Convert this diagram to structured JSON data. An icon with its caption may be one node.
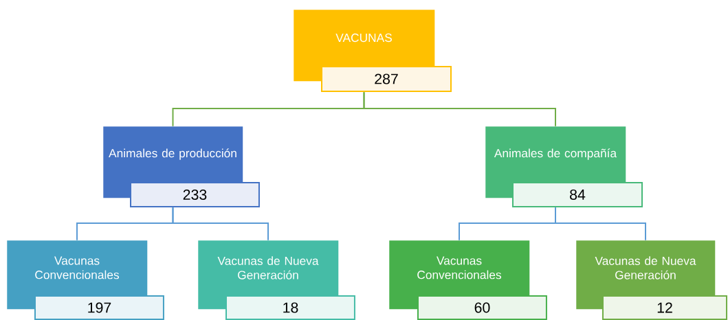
{
  "diagram": {
    "nodes": [
      {
        "text": [
          "VACUNAS",
          "287"
        ]
      },
      {
        "text": [
          "Animales de producción",
          "233"
        ]
      },
      {
        "text": [
          "Animales de compañía",
          "84"
        ]
      },
      {
        "text": [
          "Vacunas Convencionales",
          "197"
        ]
      },
      {
        "text": [
          "Vacunas de Nueva Generación",
          "18"
        ]
      },
      {
        "text": [
          "Vacunas Convencionales",
          "60"
        ]
      },
      {
        "text": [
          "Vacunas de Nueva Generación",
          "12"
        ]
      }
    ],
    "edges": [
      {
        "from": 0,
        "to": 1,
        "arrow": "none",
        "color": "#70ad47"
      },
      {
        "from": 0,
        "to": 2,
        "arrow": "none",
        "color": "#70ad47"
      },
      {
        "from": 1,
        "to": 3,
        "arrow": "none"
      },
      {
        "from": 1,
        "to": 4,
        "arrow": "none"
      },
      {
        "from": 2,
        "to": 5,
        "arrow": "none"
      },
      {
        "from": 2,
        "to": 6,
        "arrow": "none"
      }
    ]
  }
}
